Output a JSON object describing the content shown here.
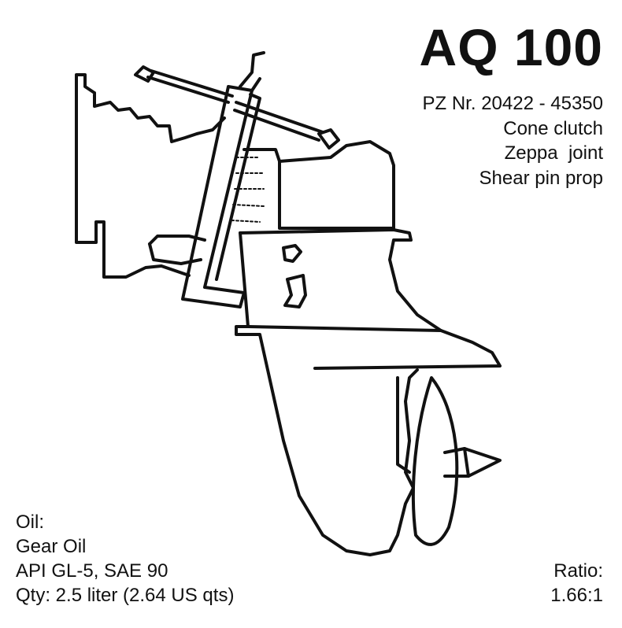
{
  "title": "AQ 100",
  "specs": [
    "PZ Nr. 20422 - 45350",
    "Cone clutch",
    "Zeppa  joint",
    "Shear pin prop"
  ],
  "oil": {
    "label": "Oil:",
    "type": "Gear Oil",
    "spec": "API GL-5, SAE 90",
    "qty": "Qty: 2.5 liter (2.64 US qts)"
  },
  "ratio": {
    "label": "Ratio:",
    "value": "1.66:1"
  }
}
